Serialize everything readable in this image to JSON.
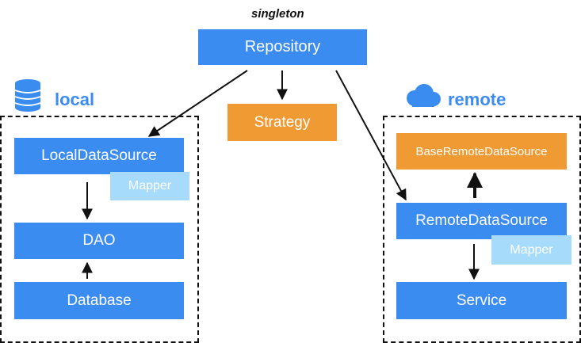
{
  "repository": {
    "caption": "singleton",
    "label": "Repository"
  },
  "strategy": {
    "label": "Strategy"
  },
  "local": {
    "heading": "local",
    "icon": "database-icon",
    "local_data_source": "LocalDataSource",
    "mapper": "Mapper",
    "dao": "DAO",
    "database": "Database"
  },
  "remote": {
    "heading": "remote",
    "icon": "cloud-icon",
    "base_remote_data_source": "BaseRemoteDataSource",
    "remote_data_source": "RemoteDataSource",
    "mapper": "Mapper",
    "service": "Service"
  },
  "colors": {
    "primary_blue": "#3b8cf0",
    "accent_orange": "#f09a33",
    "mapper_light_blue": "#a6dbfb"
  }
}
